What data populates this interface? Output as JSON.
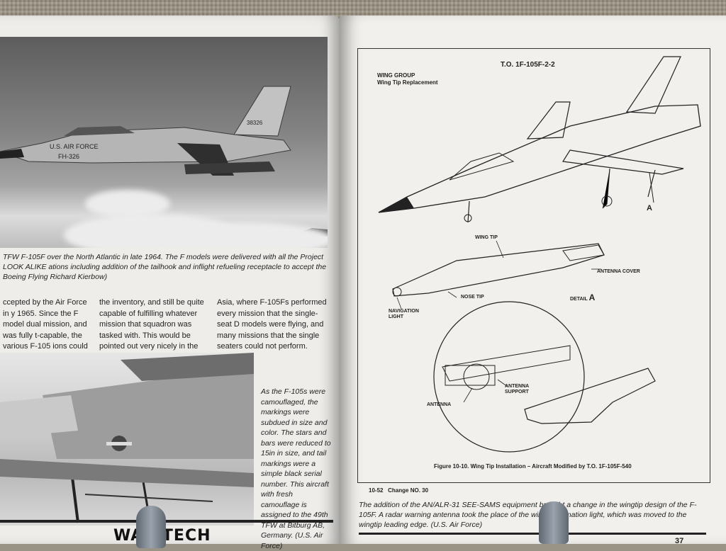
{
  "left_page": {
    "photo1": {
      "tail_number": "38326",
      "fuselage_text": "U.S. AIR FORCE",
      "buzz_number": "FH-326"
    },
    "caption1": "TFW F-105F over the North Atlantic in late 1964. The F models were delivered with all the Project LOOK ALIKE ations including addition of the tailhook and inflight refueling receptacle to accept the Boeing Flying Richard Kierbow)",
    "body_col1": "ccepted by the Air Force in y 1965. Since the F model dual mission, and was fully t-capable, the various F-105 ions could have several on",
    "body_col2": "the inventory, and still be quite capable of fulfilling whatever mission that squadron was tasked with. This would be pointed out very nicely in the war in Southeast",
    "body_col3": "Asia, where F-105Fs performed every mission that the single-seat D models were flying, and many missions that the single seaters could not perform.",
    "caption2": "As the F-105s were camouflaged, the markings were subdued in size and color. The stars and bars were reduced to 15in in size, and tail markings were a simple black serial number. This aircraft with fresh camouflage is assigned to the 49th TFW at Bitburg AB, Germany. (U.S. Air Force)",
    "brand": "WAR  TECH"
  },
  "right_page": {
    "to_number": "T.O. 1F-105F-2-2",
    "wing_group_title": "WING GROUP",
    "wing_group_subtitle": "Wing Tip Replacement",
    "labels": {
      "wing_tip": "WING TIP",
      "antenna_cover": "ANTENNA COVER",
      "nose_tip": "NOSE TIP",
      "detail": "DETAIL",
      "detail_letter": "A",
      "navigation_light": "NAVIGATION\nLIGHT",
      "antenna_support": "ANTENNA\nSUPPORT",
      "antenna": "ANTENNA",
      "callout_a": "A"
    },
    "figure_caption": "Figure 10-10.  Wing Tip Installation – Aircraft Modified by T.O. 1F-105F-540",
    "page_ref": "10-52",
    "change": "Change NO. 30",
    "caption3": "The addition of the AN/ALR-31 SEE-SAMS equipment brought a change in the wingtip design of the F-105F. A radar warning antenna took the place of the wingtip formation light, which was moved to the wingtip leading edge. (U.S. Air Force)",
    "page_number": "37"
  }
}
